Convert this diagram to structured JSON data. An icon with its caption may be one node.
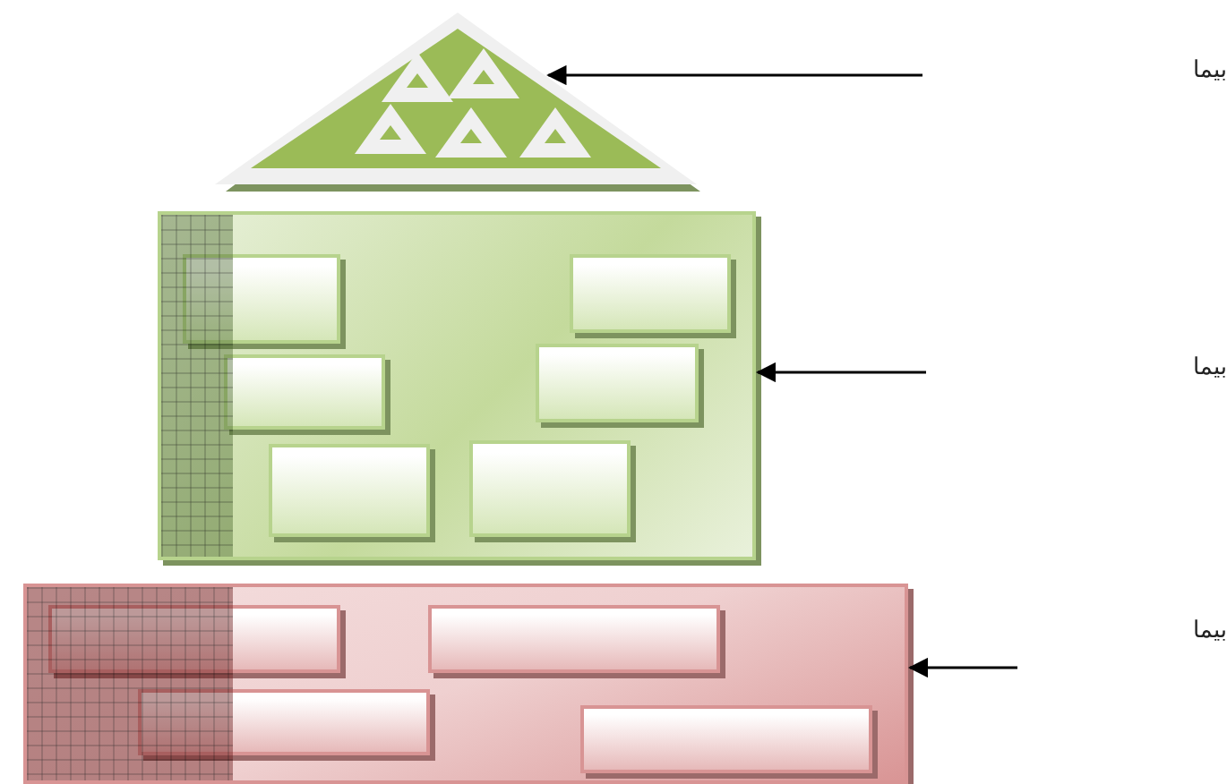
{
  "diagram": {
    "nodes": [
      {
        "text": [],
        "shape": "triangle"
      },
      {
        "text": [],
        "shape": "box"
      },
      {
        "text": [],
        "shape": "box",
        "in": 1
      },
      {
        "text": [],
        "shape": "box",
        "in": 1
      },
      {
        "text": [],
        "shape": "box",
        "in": 1
      },
      {
        "text": [],
        "shape": "box",
        "in": 1
      },
      {
        "text": [],
        "shape": "box",
        "in": 1
      },
      {
        "text": [],
        "shape": "box",
        "in": 1
      },
      {
        "text": [],
        "shape": "box"
      },
      {
        "text": [],
        "shape": "box",
        "in": 8
      },
      {
        "text": [],
        "shape": "box",
        "in": 8
      },
      {
        "text": [],
        "shape": "box",
        "in": 8
      },
      {
        "text": [],
        "shape": "box",
        "in": 8
      }
    ],
    "edges": [
      {
        "from": null,
        "to": 0,
        "arrow": "to"
      },
      {
        "from": null,
        "to": 1,
        "arrow": "to"
      },
      {
        "from": null,
        "to": 8,
        "arrow": "to"
      }
    ],
    "labels": [
      "بیما",
      "بیما",
      "بیما"
    ]
  }
}
